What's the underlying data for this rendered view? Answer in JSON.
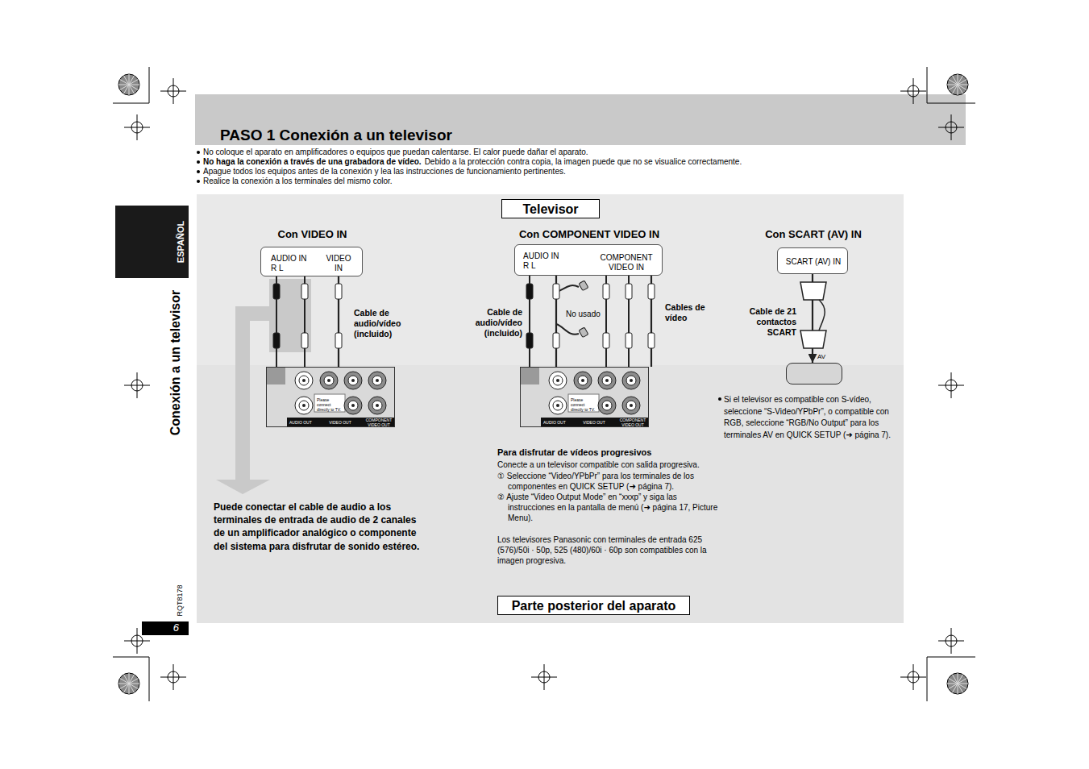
{
  "diagram": {
    "title": "PASO 1 Conexión a un televisor",
    "nodes": [
      {
        "text": [
          "ESPAÑOL"
        ]
      },
      {
        "text": [
          "Televisor"
        ]
      },
      {
        "text": [
          "Con VIDEO IN",
          "AUDIO IN R L",
          "VIDEO IN"
        ]
      },
      {
        "text": [
          "Con COMPONENT VIDEO IN",
          "AUDIO IN R L",
          "COMPONENT VIDEO IN"
        ]
      },
      {
        "text": [
          "Con SCART (AV) IN",
          "SCART (AV) IN"
        ]
      },
      {
        "text": [
          "AUDIO OUT",
          "VIDEO OUT",
          "COMPONENT VIDEO OUT",
          "Please connect directly to TV."
        ]
      },
      {
        "text": [
          "AUDIO OUT",
          "VIDEO OUT",
          "COMPONENT VIDEO OUT",
          "Please connect directly to TV."
        ]
      },
      {
        "text": [
          "AV"
        ]
      },
      {
        "text": [
          "Parte posterior del aparato"
        ]
      }
    ],
    "edges": [
      {
        "from": 2,
        "to": 5,
        "arrow": "none",
        "label": "Cable de audio/vídeo (incluido)"
      },
      {
        "from": 3,
        "to": 6,
        "arrow": "none",
        "label": "Cable de audio/vídeo (incluido)"
      },
      {
        "from": 3,
        "to": 6,
        "arrow": "none",
        "label": "Cables de vídeo"
      },
      {
        "from": 4,
        "to": 7,
        "arrow": "to",
        "label": "Cable de 21 contactos SCART"
      }
    ],
    "labels": [
      "No coloque el aparato en amplificadores o equipos que puedan calentarse. El calor puede dañar el aparato.",
      "No haga la conexión a través de una grabadora de vídeo.",
      "Debido a la protección contra copia, la imagen puede que no se visualice correctamente.",
      "Apague todos los equipos antes de la conexión y lea las instrucciones de funcionamiento pertinentes.",
      "Realice la conexión a los terminales del mismo color.",
      "Conexión a un televisor",
      "No usado",
      "Puede conectar el cable de audio a los terminales de entrada de audio de 2 canales de un amplificador analógico o componente del sistema para disfrutar de sonido estéreo.",
      "Para disfrutar de vídeos progresivos",
      "Conecte a un televisor compatible con salida progresiva.",
      "① Seleccione “Video/YPbPr” para los terminales de los componentes en QUICK SETUP (➜ página 7).",
      "② Ajuste “Video Output Mode” en “xxxp” y siga las instrucciones en la pantalla de menú (➜ página 17, Picture Menu).",
      "Los televisores Panasonic con terminales de entrada 625 (576)/50i · 50p, 525 (480)/60i · 60p son compatibles con la imagen progresiva.",
      "Si el televisor es compatible con S-vídeo, seleccione “S-Video/YPbPr”, o compatible con RGB, seleccione “RGB/No Output” para los terminales AV en QUICK SETUP (➜ página 7).",
      "RQT8178",
      "6"
    ]
  }
}
